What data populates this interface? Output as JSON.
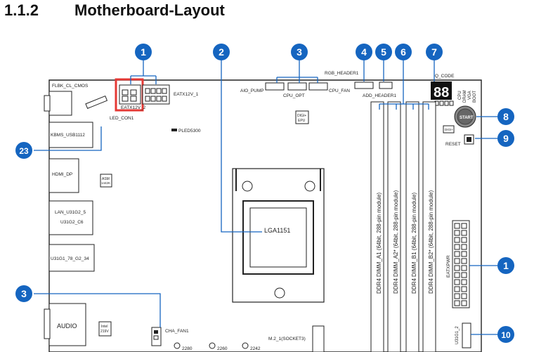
{
  "section": {
    "number": "1.1.2",
    "title": "Motherboard-Layout"
  },
  "labels": {
    "flbk": "FLBK_CL_CMOS",
    "eatx12v_2": "EATX12V_2",
    "eatx12v_1": "EATX12V_1",
    "led_con": "LED_CON1",
    "kbms": "KBMS_USB1112",
    "pled": "PLED5300",
    "rgb": "RGB_HEADER1",
    "aio": "AIO_PUMP",
    "cpu_opt": "CPU_OPT",
    "cpu_fan": "CPU_FAN",
    "add_hdr": "ADD_HEADER1",
    "qcode": "Q_CODE",
    "led_cpu": "CPU",
    "led_dram": "DRAM",
    "led_vga": "VGA",
    "led_boot": "BOOT",
    "start": "START",
    "reset": "RESET",
    "digi_epu_1": "DIGI+",
    "digi_epu_2": "EPU",
    "digi_plus": "DIGI+",
    "hdmi": "HDMI_DP",
    "asm1": "ASM",
    "asm2": "1442K",
    "lan1": "LAN_U31G2_5",
    "lan2": "U31G2_C6",
    "u31": "U31G1_78_G2_34",
    "socket": "LGA1151",
    "dimm_a1": "DDR4 DIMM_A1 (64bit, 288-pin module)",
    "dimm_a2": "DDR4 DIMM_A2* (64bit, 288-pin module)",
    "dimm_b1": "DDR4 DIMM_B1 (64bit, 288-pin module)",
    "dimm_b2": "DDR4 DIMM_B2* (64bit, 288-pin module)",
    "eatxpwr": "EATXPWR",
    "audio": "AUDIO",
    "intel1": "Intel",
    "intel2": "219V",
    "cha_fan": "CHA_FAN1",
    "m2": "M.2_1(SOCKET3)",
    "m2_2280": "2280",
    "m2_2260": "2260",
    "m2_2242": "2242",
    "u31g1_2": "U31G1_2"
  },
  "callouts": [
    "1",
    "2",
    "3",
    "4",
    "5",
    "6",
    "7",
    "8",
    "9",
    "23",
    "1",
    "3",
    "10"
  ],
  "colors": {
    "callout": "#1565c0",
    "highlight": "#e53935",
    "line": "#1565c0"
  }
}
